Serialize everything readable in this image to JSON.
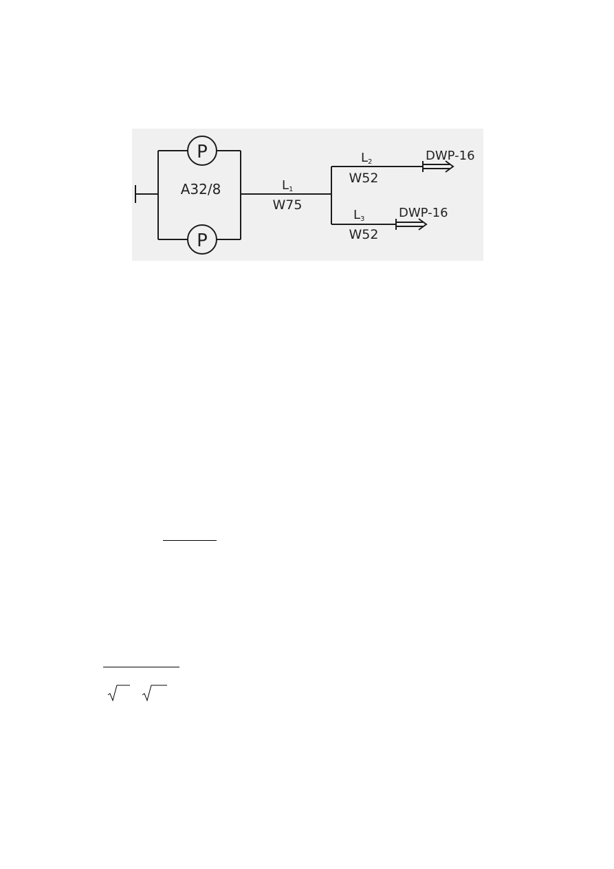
{
  "diagram": {
    "background": "#f0f0f0",
    "line_color": "#1a1a1a",
    "pump_top_label": "P",
    "pump_bottom_label": "P",
    "pump_group_label": "A32/8",
    "main_line": {
      "name": "L",
      "sub": "1",
      "hose": "W75"
    },
    "branch_upper": {
      "name": "L",
      "sub": "2",
      "hose": "W52",
      "nozzle": "DWP-16"
    },
    "branch_lower": {
      "name": "L",
      "sub": "3",
      "hose": "W52",
      "nozzle": "DWP-16"
    }
  }
}
